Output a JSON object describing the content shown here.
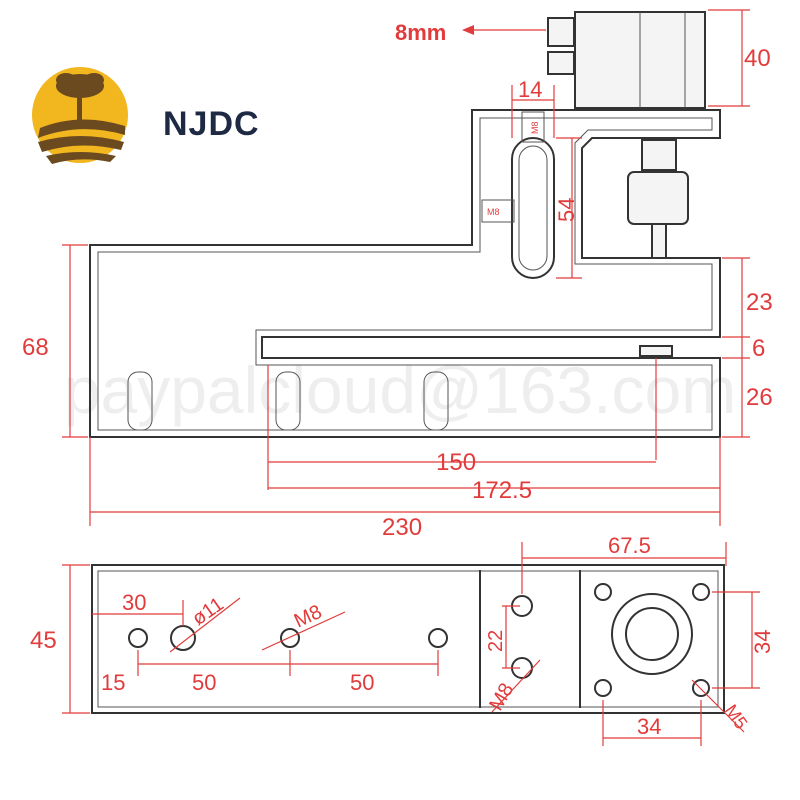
{
  "brand": {
    "name": "NJDC",
    "logo_icon": "tree-sun-field-logo",
    "colors": {
      "sun": "#f2b61f",
      "tree": "#6b4a1f",
      "fields": "#6b4a1f",
      "brand_text": "#1e2a44"
    }
  },
  "watermark": "paypalcloud@163.com",
  "colors": {
    "dimension": "#e23b3b",
    "outline": "#333333"
  },
  "side_view": {
    "stroke_label": "8mm",
    "dimensions": {
      "cylinder_height": "40",
      "slot_width": "14",
      "slot_length": "54",
      "slot_thread_top": "M8",
      "slot_thread_side": "M8",
      "upper_gap": "23",
      "lower_gap": "6",
      "base_height": "26",
      "overall_height": "68",
      "holes_span": "150",
      "arm_length": "172.5",
      "overall_length": "230"
    }
  },
  "bottom_view": {
    "dimensions": {
      "width": "45",
      "hole_offset": "30",
      "large_hole": "ø11",
      "thread_mid": "M8",
      "edge_offset": "15",
      "pitch_1": "50",
      "pitch_2": "50",
      "slot_pitch": "22",
      "slot_thread": "M8",
      "flange_length": "67.5",
      "flange_height": "34",
      "flange_width": "34",
      "flange_thread": "M5"
    }
  }
}
